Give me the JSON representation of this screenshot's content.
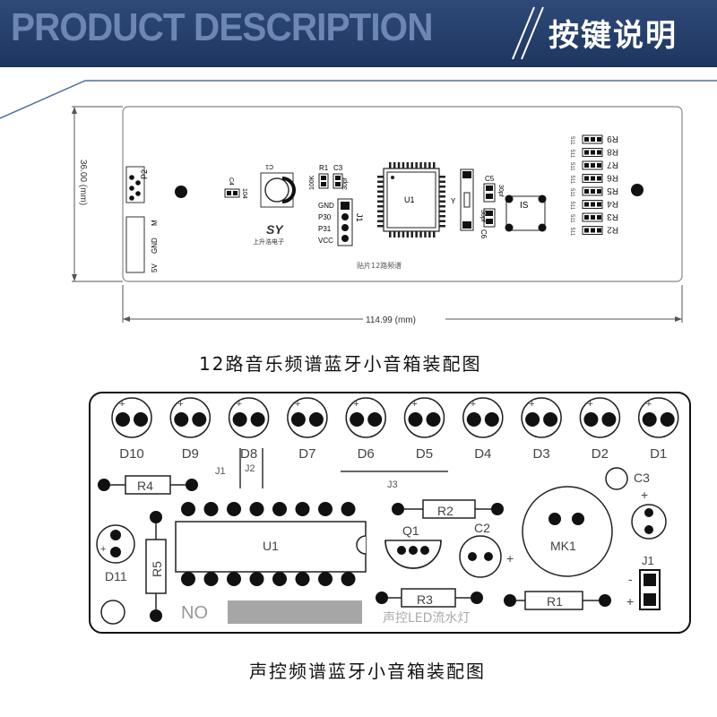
{
  "banner": {
    "title_en": "PRODUCT DESCRIPTION",
    "title_cn": "按键说明"
  },
  "top_board": {
    "caption": "12路音乐频谱蓝牙小音箱装配图",
    "dim_height": "36.00 (mm)",
    "dim_width": "114.99 (mm)",
    "labels": {
      "p2": "P2",
      "conn_m": "M",
      "conn_gnd": "GND",
      "conn_5v": "5V",
      "c4_cap": "C4",
      "c4_val": "104",
      "c1": "C1",
      "r1": "R1",
      "r1_val": "100K",
      "c3": "C3",
      "c3_val": "30pf",
      "j1": "J1",
      "pin_gnd": "GND",
      "pin_p30": "P30",
      "pin_p31": "P31",
      "pin_vcc": "VCC",
      "u1": "U1",
      "y": "Y",
      "c5": "C5",
      "c5_val": "30pf",
      "c6": "C6",
      "c6_val": "30pf",
      "is": "IS",
      "logo_text": "上升浩电子",
      "board_text": "贴片12路频谱"
    },
    "resistors": [
      {
        "name": "R9",
        "value": "511"
      },
      {
        "name": "R8",
        "value": "511"
      },
      {
        "name": "R7",
        "value": "511"
      },
      {
        "name": "R6",
        "value": "511"
      },
      {
        "name": "R5",
        "value": "511"
      },
      {
        "name": "R4",
        "value": "511"
      },
      {
        "name": "R3",
        "value": "511"
      },
      {
        "name": "R2",
        "value": "511"
      }
    ]
  },
  "bottom_board": {
    "caption": "声控频谱蓝牙小音箱装配图",
    "leds": [
      "D10",
      "D9",
      "D8",
      "D7",
      "D6",
      "D5",
      "D4",
      "D3",
      "D2",
      "D1"
    ],
    "labels": {
      "j1_small": "J1",
      "j2": "J2",
      "j3": "J3",
      "c3": "C3",
      "r4": "R4",
      "r2": "R2",
      "c2": "C2",
      "q1": "Q1",
      "mk1": "MK1",
      "u1": "U1",
      "r5": "R5",
      "d11": "D11",
      "r3": "R3",
      "r1": "R1",
      "j1": "J1",
      "no": "NO",
      "board_text": "声控LED流水灯",
      "plus": "+",
      "minus": "-"
    }
  }
}
